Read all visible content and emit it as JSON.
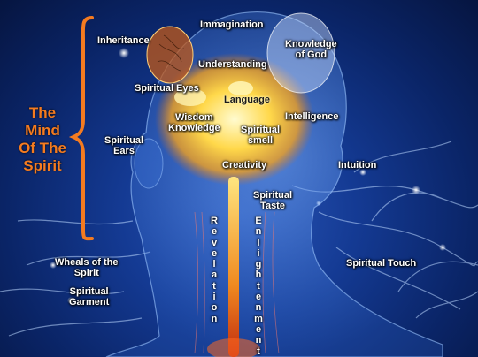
{
  "title": [
    "The",
    "Mind",
    "Of The",
    "Spirit"
  ],
  "labels": {
    "inheritance": "Inheritance",
    "immagination": "Immagination",
    "knowledge_of_god": [
      "Knowledge",
      "of God"
    ],
    "understanding": "Understanding",
    "spiritual_eyes": "Spiritual Eyes",
    "language": "Language",
    "intelligence": "Intelligence",
    "wisdom_knowledge": [
      "Wisdom",
      "Knowledge"
    ],
    "spiritual_smell": [
      "Spiritual",
      "smell"
    ],
    "spiritual_ears": [
      "Spiritual",
      "Ears"
    ],
    "creativity": "Creativity",
    "intuition": "Intuition",
    "spiritual_taste": [
      "Spiritual",
      "Taste"
    ],
    "wheals_of_the_spirit": [
      "Wheals of the",
      "Spirit"
    ],
    "spiritual_touch": "Spiritual Touch",
    "spiritual_garment": [
      "Spiritual",
      "Garment"
    ]
  },
  "vertical": {
    "revelation": "Revelation",
    "enlightenment": "Enlightenment"
  },
  "colors": {
    "accent": "#f47b20",
    "background": "#143a93",
    "glow": "#ffd84a"
  }
}
